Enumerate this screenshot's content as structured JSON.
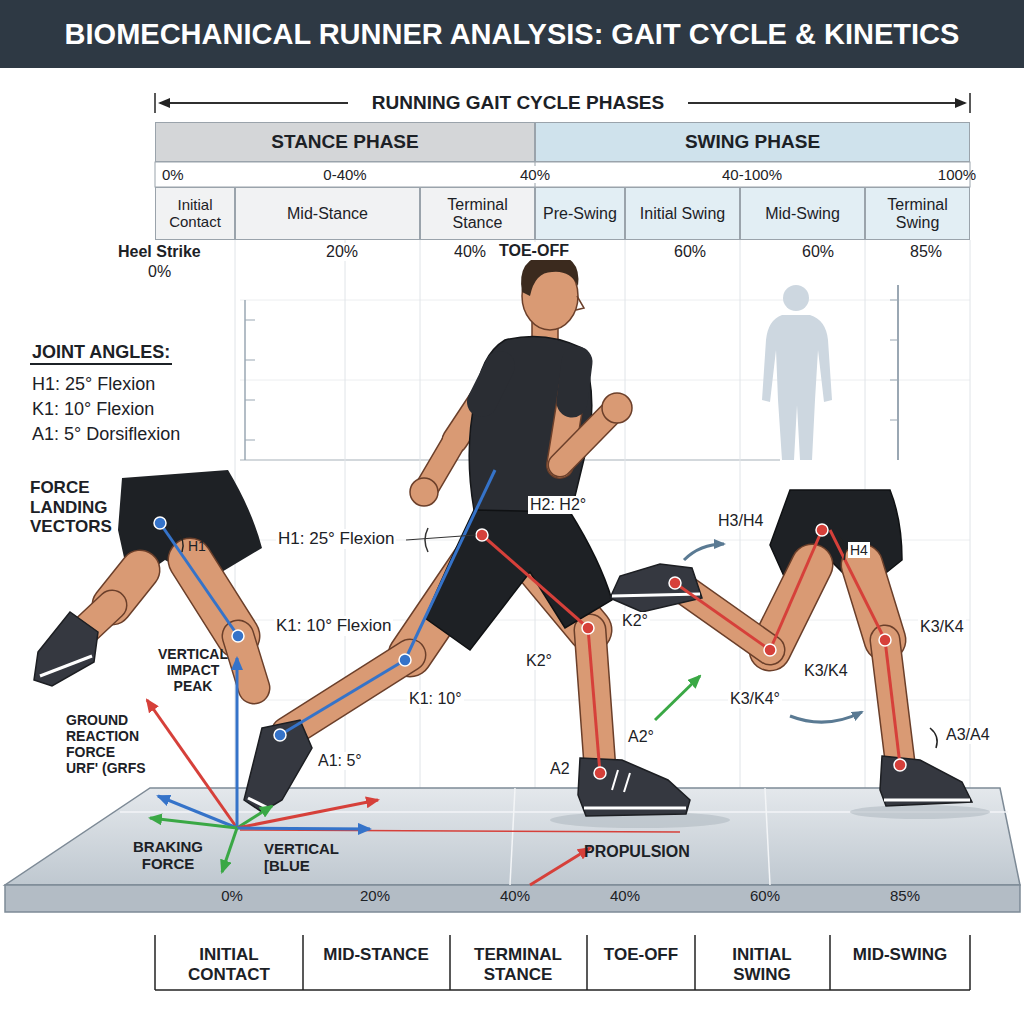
{
  "diagram": {
    "title": "BIOMECHANICAL RUNNER ANALYSIS: GAIT CYCLE & KINETICS",
    "nodes": [
      {
        "text": [
          "STANCE PHASE"
        ]
      },
      {
        "text": [
          "SWING PHASE"
        ]
      },
      {
        "text": [
          "Initial Contact"
        ]
      },
      {
        "text": [
          "Mid-Stance"
        ]
      },
      {
        "text": [
          "Terminal Stance"
        ]
      },
      {
        "text": [
          "Pre-Swing"
        ]
      },
      {
        "text": [
          "Initial Swing"
        ]
      },
      {
        "text": [
          "Mid-Swing"
        ]
      },
      {
        "text": [
          "Terminal Swing"
        ]
      }
    ],
    "labels": [
      "RUNNING GAIT CYCLE PHASES",
      "0%",
      "0-40%",
      "40%",
      "40-100%",
      "100%",
      "Heel Strike",
      "0%",
      "20%",
      "40%",
      "TOE-OFF",
      "60%",
      "60%",
      "85%",
      "JOINT ANGLES:",
      "H1: 25° Flexion",
      "K1: 10° Flexion",
      "A1: 5° Dorsiflexion",
      "FORCE LANDING VECTORS",
      "H1",
      "K1: 10° Flexion",
      "H1: 25° Flexion",
      "H2: H2°",
      "K2°",
      "K2°",
      "K1: 10°",
      "A1: 5°",
      "A2°",
      "A2",
      "H3/H4",
      "H4",
      "K3/K4",
      "K3/K4",
      "K3/K4°",
      "A3/A4",
      "VERTICAL IMPACT PEAK",
      "GROUND REACTION FORCE URF' (GRFS",
      "BRAKING FORCE",
      "VERTICAL [BLUE",
      "PROPULSION",
      "0%",
      "20%",
      "40%",
      "40%",
      "60%",
      "85%",
      "INITIAL CONTACT",
      "MID-STANCE",
      "TERMINAL STANCE",
      "TOE-OFF",
      "INITIAL SWING",
      "MID-SWING"
    ]
  }
}
